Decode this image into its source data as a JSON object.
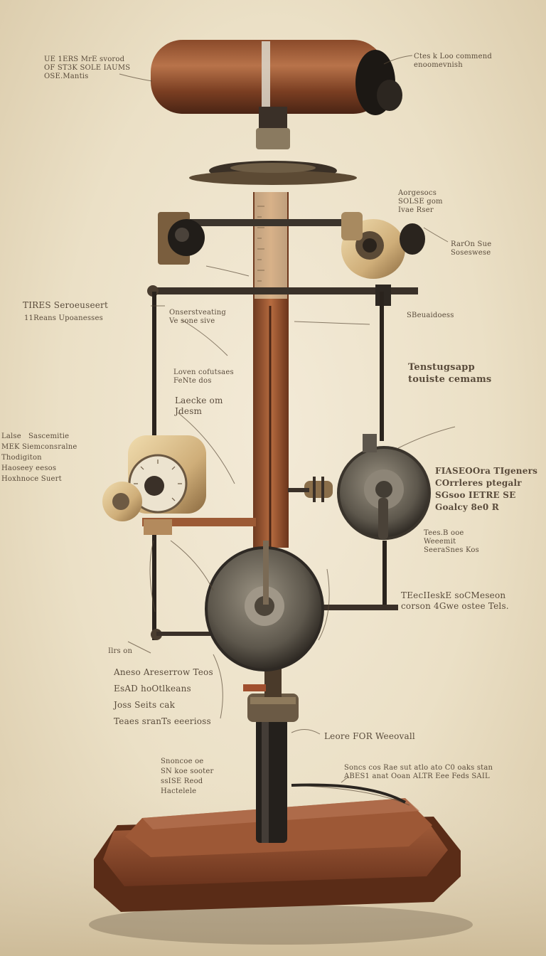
{
  "annotations": [
    {
      "id": "a1",
      "text": "UE 1ERS MrE svorod\nOF ST3K SOLE IAUMS\nOSE.Mantis"
    },
    {
      "id": "a2",
      "text": "Ctes k Loo commend\nenoomevnish"
    },
    {
      "id": "a3",
      "text": "Aorgesocs\nSOLSE gom\nIvae Rser"
    },
    {
      "id": "a4",
      "text": "RarOn Sue\nSoseswese"
    },
    {
      "id": "a5",
      "text": "TIRES Seroeuseert"
    },
    {
      "id": "a6",
      "text": "11Reans Upoanesses"
    },
    {
      "id": "a7",
      "text": "Onserstveating\nVe sone sive"
    },
    {
      "id": "a8",
      "text": "SBeuaidoess"
    },
    {
      "id": "a9",
      "text": "Loven cofutsaes\nFeNte dos"
    },
    {
      "id": "a10",
      "text": "Laecke om\nJdesm"
    },
    {
      "id": "a11",
      "text": "Tenstugsapp\ntouiste cemams"
    },
    {
      "id": "a12",
      "text": "Lalse   Sascemitie\nMEK Siemconsralne\nThodigiton\nHaoseey eesos\nHoxhnoce Suert"
    },
    {
      "id": "a13",
      "text": "FIASEOOra TIgeners\nCOrrleres ptegalr\nSGsoo IETRE SE\nGoalcy 8e0 R"
    },
    {
      "id": "a14",
      "text": "Tees.B ooe\nWeeemit\nSeeraSnes Kos"
    },
    {
      "id": "a15",
      "text": "TEecIIeskE soCMeseon\ncorson 4Gwe ostee Tels."
    },
    {
      "id": "a16",
      "text": "Ilrs on"
    },
    {
      "id": "a17",
      "text": "Aneso Areserrow Teos\nEsAD hoOtlkeans\nJoss Seits cak\nTeaes sranTs eeerioss"
    },
    {
      "id": "a18",
      "text": "Leore FOR Weeovall"
    },
    {
      "id": "a19",
      "text": "Snoncoe oe\nSN koe sooter\nssISE Reod\nHactelele"
    },
    {
      "id": "a20",
      "text": "Soncs cos Rae sut atlo ato C0 oaks stan\nABES1 anat Ooan ALTR Eee Feds SAIL"
    }
  ]
}
